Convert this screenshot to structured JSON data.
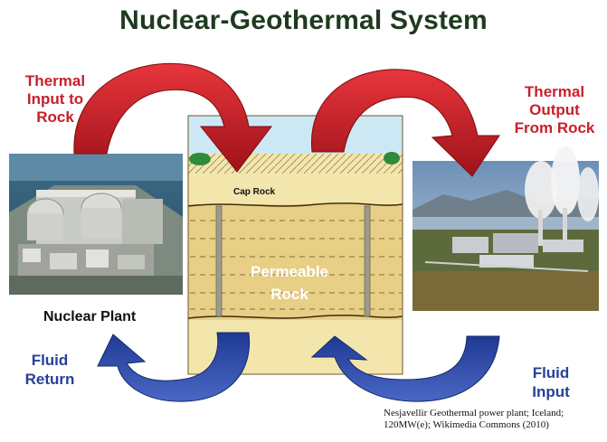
{
  "title": "Nuclear-Geothermal System",
  "labels": {
    "thermal_input": [
      "Thermal",
      "Input to",
      "Rock"
    ],
    "thermal_output": [
      "Thermal",
      "Output",
      "From Rock"
    ],
    "fluid_return": [
      "Fluid",
      "Return"
    ],
    "fluid_input": [
      "Fluid",
      "Input"
    ],
    "nuclear_plant": "Nuclear Plant",
    "cap_rock": "Cap Rock",
    "permeable_rock": [
      "Permeable",
      "Rock"
    ]
  },
  "credit": [
    "Nesjavellir Geothermal power plant; Iceland;",
    "120MW(e); Wikimedia Commons (2010)"
  ],
  "colors": {
    "thermal_arrow": "#c8202a",
    "fluid_arrow": "#2b45a0",
    "title": "#1f3a1f",
    "sky": "#cde8f5",
    "cap_rock": "#f3e6ad",
    "permeable_rock": "#e8cf86"
  },
  "icons": {
    "nuclear_photo": "nuclear-plant-photo",
    "geothermal_photo": "geothermal-plant-photo"
  }
}
